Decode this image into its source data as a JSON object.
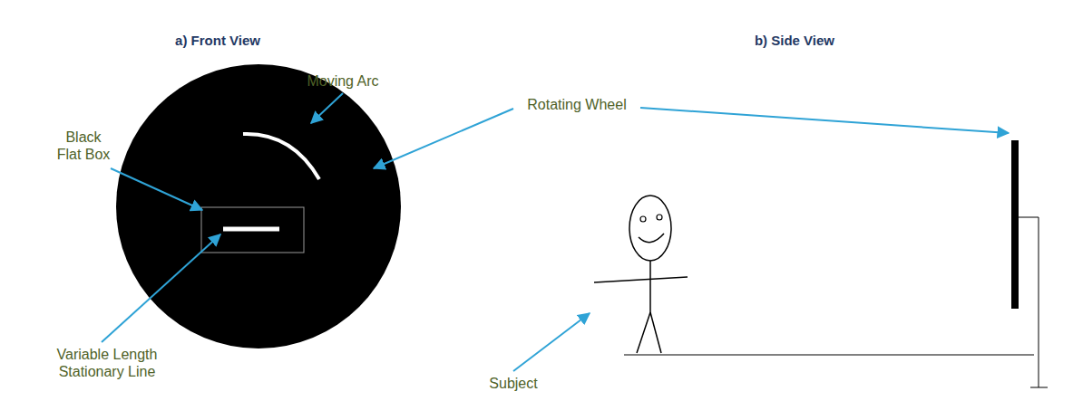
{
  "diagram": {
    "labels": [
      "a) Front View",
      "b) Side View",
      "Moving Arc",
      "Black Flat Box",
      "Rotating Wheel",
      "Variable Length Stationary Line",
      "Subject"
    ]
  }
}
